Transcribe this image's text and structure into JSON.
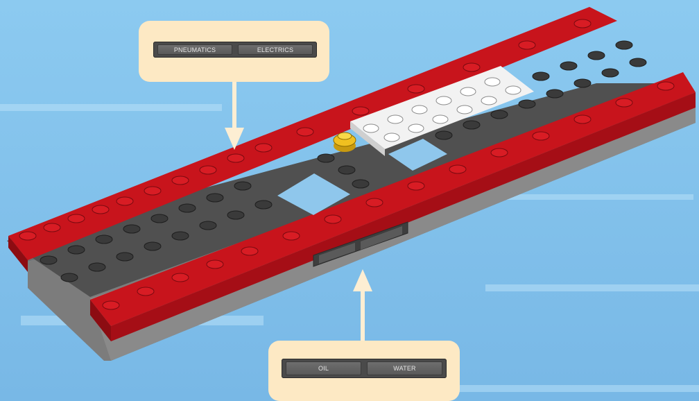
{
  "labels": {
    "top_left": "PNEUMATICS",
    "top_right": "ELECTRICS",
    "bottom_left": "OIL",
    "bottom_right": "WATER"
  },
  "colors": {
    "sky": "#8ec6ec",
    "callout": "#fde9c4",
    "red_brick": "#c8141c",
    "dark_plate": "#4a4a4a",
    "white_plate": "#f2f2f2",
    "yellow_stud": "#f0c020",
    "arrow": "#fdeed3"
  },
  "icons": [
    "top-callout-arrow-icon",
    "bottom-callout-arrow-icon"
  ]
}
